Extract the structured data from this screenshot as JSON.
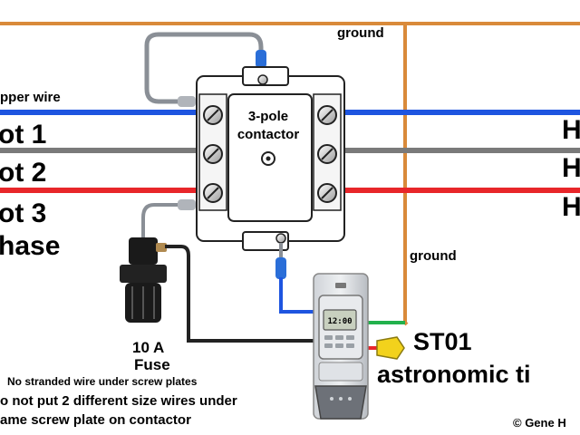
{
  "labels": {
    "ground_top": "ground",
    "ground_right": "ground",
    "copper_wire": "pper wire",
    "hot1": "ot 1",
    "hot2": "ot 2",
    "hot3": "ot 3",
    "phase": "hase",
    "right_h1": "H",
    "right_h2": "H",
    "right_h3": "H",
    "contactor_line1": "3-pole",
    "contactor_line2": "contactor",
    "fuse_line1": "10 A",
    "fuse_line2": "Fuse",
    "note1": "No stranded wire under screw plates",
    "note2_line1": "o not put 2 different size wires under",
    "note2_line2": "ame screw plate on contactor",
    "timer_line1": "ST01",
    "timer_line2": "astronomic ti",
    "timer_display": "12:00",
    "copyright": "© Gene H"
  },
  "colors": {
    "ground_wire": "#d98a3a",
    "blue_wire": "#1e55e0",
    "gray_wire": "#7a7a7a",
    "red_wire": "#e8262a",
    "green_wire": "#22b14c",
    "black_wire": "#222222",
    "jumper_wire": "#8a8f96",
    "contactor_body": "#ffffff"
  }
}
